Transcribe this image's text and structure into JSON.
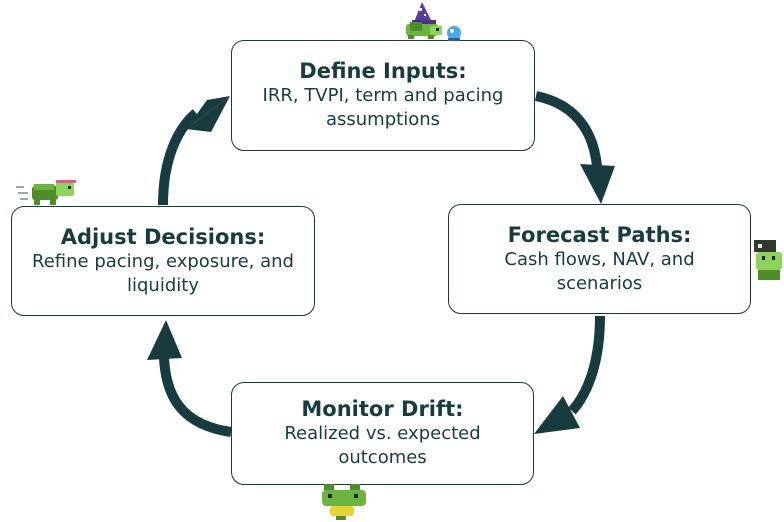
{
  "diagram": {
    "steps": [
      {
        "title": "Define Inputs:",
        "body": "IRR, TVPI, term and pacing assumptions"
      },
      {
        "title": "Forecast Paths:",
        "body": "Cash flows, NAV, and scenarios"
      },
      {
        "title": "Monitor Drift:",
        "body": "Realized vs. expected outcomes"
      },
      {
        "title": "Adjust Decisions:",
        "body": "Refine pacing, exposure, and liquidity"
      }
    ],
    "flow": "clockwise",
    "colors": {
      "box_border": "#183b3f",
      "text": "#183b3f",
      "arrow": "#183b3f",
      "background": "#ffffff",
      "mascot_green": "#6db33f",
      "wizard_hat": "#5b3c9e",
      "crystal_ball": "#4aa6e8"
    },
    "mascots": [
      {
        "icon": "wizard-turtle-icon"
      },
      {
        "icon": "running-turtle-icon"
      },
      {
        "icon": "peeking-turtle-icon"
      },
      {
        "icon": "upside-down-turtle-icon"
      }
    ]
  }
}
